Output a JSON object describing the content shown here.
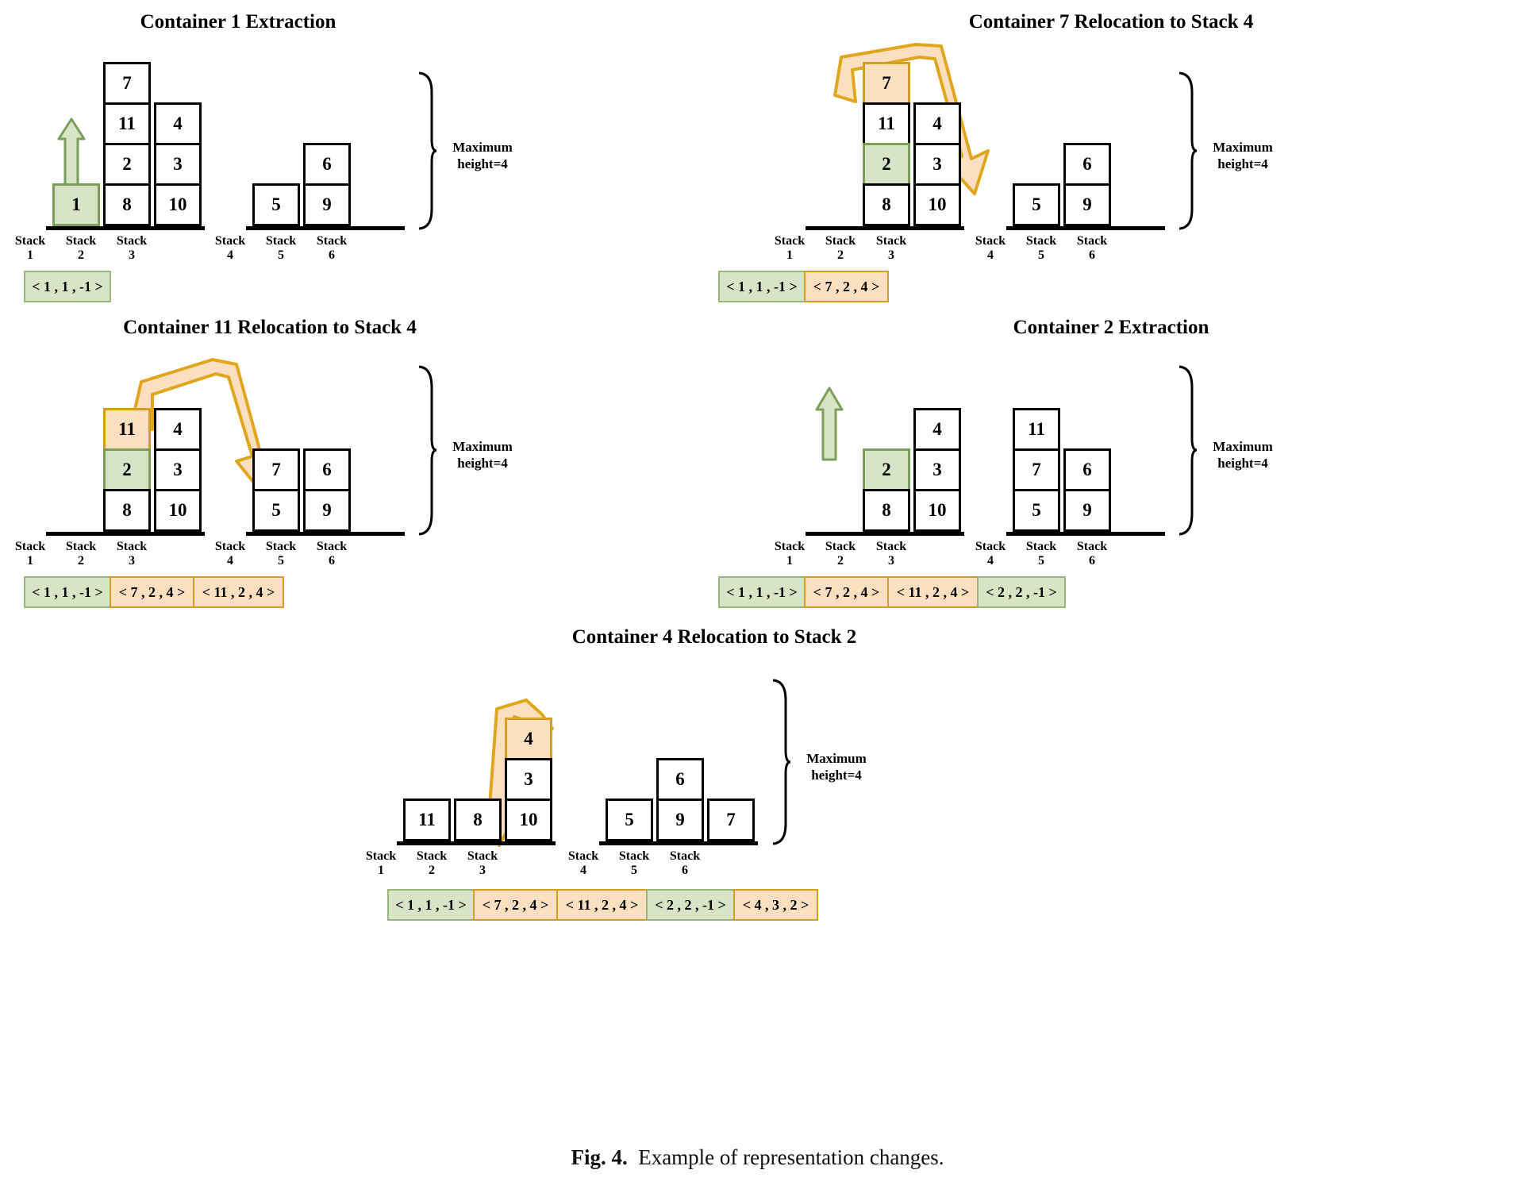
{
  "figure": {
    "caption_label": "Fig. 4.",
    "caption_text": "Example of representation changes."
  },
  "bracket_label": "Maximum\nheight=4",
  "bracket_label_line1": "Maximum",
  "bracket_label_line2": "height=4",
  "colors": {
    "highlight_green_fill": "#d7e4c6",
    "highlight_green_border": "#7d9e58",
    "highlight_orange_fill": "#fbdfc0",
    "highlight_orange_border": "#d59d21",
    "cell_border": "#000000",
    "arrow_green_fill": "#d7e4c6",
    "arrow_green_border": "#7d9e58",
    "arrow_orange_fill": "#fbdfc0",
    "arrow_orange_border": "#e0a71e"
  },
  "stack_labels": [
    {
      "name": "Stack",
      "num": "1"
    },
    {
      "name": "Stack",
      "num": "2"
    },
    {
      "name": "Stack",
      "num": "3"
    },
    {
      "name": "Stack",
      "num": "4"
    },
    {
      "name": "Stack",
      "num": "5"
    },
    {
      "name": "Stack",
      "num": "6"
    }
  ],
  "panels": [
    {
      "id": "panel-1",
      "title": "Container 1 Extraction",
      "action": "extraction",
      "stacks": [
        {
          "stack": 1,
          "containers": [
            {
              "value": "1",
              "hl": "green"
            }
          ]
        },
        {
          "stack": 2,
          "containers": [
            {
              "value": "8",
              "hl": "none"
            },
            {
              "value": "2",
              "hl": "none"
            },
            {
              "value": "11",
              "hl": "none"
            },
            {
              "value": "7",
              "hl": "none"
            }
          ]
        },
        {
          "stack": 3,
          "containers": [
            {
              "value": "10",
              "hl": "none"
            },
            {
              "value": "3",
              "hl": "none"
            },
            {
              "value": "4",
              "hl": "none"
            }
          ]
        },
        {
          "stack": 4,
          "containers": [
            {
              "value": "5",
              "hl": "none"
            }
          ]
        },
        {
          "stack": 5,
          "containers": [
            {
              "value": "9",
              "hl": "none"
            },
            {
              "value": "6",
              "hl": "none"
            }
          ]
        },
        {
          "stack": 6,
          "containers": []
        }
      ],
      "representation": [
        {
          "text": "< 1 , 1 , -1 >",
          "hl": "green"
        }
      ]
    },
    {
      "id": "panel-2",
      "title": "Container 7 Relocation to Stack 4",
      "action": "relocation",
      "stacks": [
        {
          "stack": 1,
          "containers": []
        },
        {
          "stack": 2,
          "containers": [
            {
              "value": "8",
              "hl": "none"
            },
            {
              "value": "2",
              "hl": "green"
            },
            {
              "value": "11",
              "hl": "none"
            },
            {
              "value": "7",
              "hl": "orange"
            }
          ]
        },
        {
          "stack": 3,
          "containers": [
            {
              "value": "10",
              "hl": "none"
            },
            {
              "value": "3",
              "hl": "none"
            },
            {
              "value": "4",
              "hl": "none"
            }
          ]
        },
        {
          "stack": 4,
          "containers": [
            {
              "value": "5",
              "hl": "none"
            }
          ]
        },
        {
          "stack": 5,
          "containers": [
            {
              "value": "9",
              "hl": "none"
            },
            {
              "value": "6",
              "hl": "none"
            }
          ]
        },
        {
          "stack": 6,
          "containers": []
        }
      ],
      "representation": [
        {
          "text": "< 1 , 1 , -1 >",
          "hl": "green"
        },
        {
          "text": "< 7 , 2 , 4 >",
          "hl": "orange"
        }
      ]
    },
    {
      "id": "panel-3",
      "title": "Container 11 Relocation to Stack 4",
      "action": "relocation",
      "stacks": [
        {
          "stack": 1,
          "containers": []
        },
        {
          "stack": 2,
          "containers": [
            {
              "value": "8",
              "hl": "none"
            },
            {
              "value": "2",
              "hl": "green"
            },
            {
              "value": "11",
              "hl": "orange"
            }
          ]
        },
        {
          "stack": 3,
          "containers": [
            {
              "value": "10",
              "hl": "none"
            },
            {
              "value": "3",
              "hl": "none"
            },
            {
              "value": "4",
              "hl": "none"
            }
          ]
        },
        {
          "stack": 4,
          "containers": [
            {
              "value": "5",
              "hl": "none"
            },
            {
              "value": "7",
              "hl": "none"
            }
          ]
        },
        {
          "stack": 5,
          "containers": [
            {
              "value": "9",
              "hl": "none"
            },
            {
              "value": "6",
              "hl": "none"
            }
          ]
        },
        {
          "stack": 6,
          "containers": []
        }
      ],
      "representation": [
        {
          "text": "< 1 , 1 , -1 >",
          "hl": "green"
        },
        {
          "text": "< 7 , 2 , 4 >",
          "hl": "orange"
        },
        {
          "text": "< 11 , 2 , 4 >",
          "hl": "orange"
        }
      ]
    },
    {
      "id": "panel-4",
      "title": "Container 2 Extraction",
      "action": "extraction",
      "stacks": [
        {
          "stack": 1,
          "containers": []
        },
        {
          "stack": 2,
          "containers": [
            {
              "value": "8",
              "hl": "none"
            },
            {
              "value": "2",
              "hl": "green"
            }
          ]
        },
        {
          "stack": 3,
          "containers": [
            {
              "value": "10",
              "hl": "none"
            },
            {
              "value": "3",
              "hl": "none"
            },
            {
              "value": "4",
              "hl": "none"
            }
          ]
        },
        {
          "stack": 4,
          "containers": [
            {
              "value": "5",
              "hl": "none"
            },
            {
              "value": "7",
              "hl": "none"
            },
            {
              "value": "11",
              "hl": "none"
            }
          ]
        },
        {
          "stack": 5,
          "containers": [
            {
              "value": "9",
              "hl": "none"
            },
            {
              "value": "6",
              "hl": "none"
            }
          ]
        },
        {
          "stack": 6,
          "containers": []
        }
      ],
      "representation": [
        {
          "text": "< 1 , 1 , -1 >",
          "hl": "green"
        },
        {
          "text": "< 7 , 2 , 4 >",
          "hl": "orange"
        },
        {
          "text": "< 11 , 2 , 4 >",
          "hl": "orange"
        },
        {
          "text": "< 2 , 2 , -1 >",
          "hl": "green"
        }
      ]
    },
    {
      "id": "panel-5",
      "title": "Container 4 Relocation to Stack 2",
      "action": "relocation",
      "stacks": [
        {
          "stack": 1,
          "containers": [
            {
              "value": "11",
              "hl": "none"
            }
          ]
        },
        {
          "stack": 2,
          "containers": [
            {
              "value": "8",
              "hl": "none"
            }
          ]
        },
        {
          "stack": 3,
          "containers": [
            {
              "value": "10",
              "hl": "none"
            },
            {
              "value": "3",
              "hl": "none"
            },
            {
              "value": "4",
              "hl": "orange"
            }
          ]
        },
        {
          "stack": 4,
          "containers": [
            {
              "value": "5",
              "hl": "none"
            }
          ]
        },
        {
          "stack": 5,
          "containers": [
            {
              "value": "9",
              "hl": "none"
            },
            {
              "value": "6",
              "hl": "none"
            }
          ]
        },
        {
          "stack": 6,
          "containers": [
            {
              "value": "7",
              "hl": "none"
            }
          ]
        }
      ],
      "representation": [
        {
          "text": "< 1 , 1 , -1 >",
          "hl": "green"
        },
        {
          "text": "< 7 , 2 , 4 >",
          "hl": "orange"
        },
        {
          "text": "< 11 , 2 , 4 >",
          "hl": "orange"
        },
        {
          "text": "< 2 , 2 , -1 >",
          "hl": "green"
        },
        {
          "text": "< 4 , 3 , 2 >",
          "hl": "orange"
        }
      ]
    }
  ]
}
